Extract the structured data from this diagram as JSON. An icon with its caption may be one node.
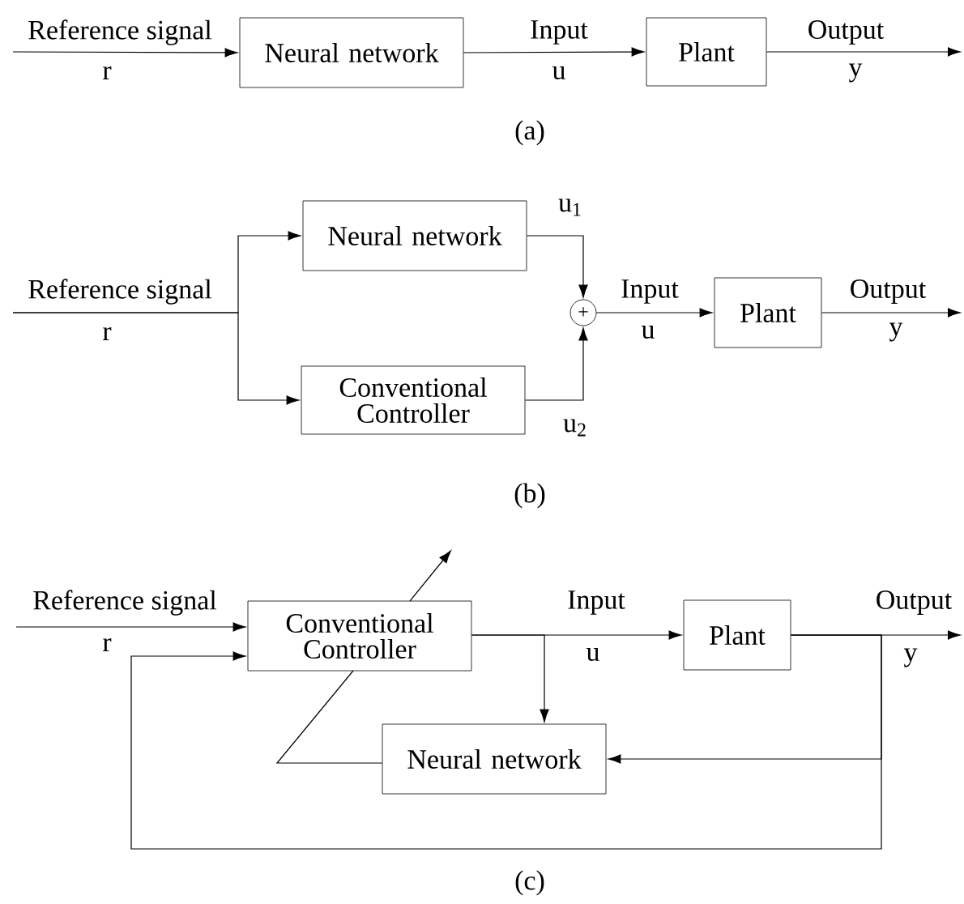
{
  "diagram": {
    "nodes": [
      {
        "text": [
          "Neural network"
        ]
      },
      {
        "text": [
          "Plant"
        ]
      },
      {
        "text": [
          "Neural network"
        ]
      },
      {
        "text": [
          "Conventional Controller"
        ]
      },
      {
        "text": [
          "+"
        ]
      },
      {
        "text": [
          "Plant"
        ]
      },
      {
        "text": [
          "Conventional Controller"
        ]
      },
      {
        "text": [
          "Plant"
        ]
      },
      {
        "text": [
          "Neural network"
        ]
      }
    ],
    "edges": [
      {
        "from": null,
        "to": 0,
        "arrow": "to",
        "label": "Reference signal"
      },
      {
        "from": 0,
        "to": 1,
        "arrow": "to",
        "label": "Input"
      },
      {
        "from": 1,
        "to": null,
        "arrow": "to",
        "label": "Output"
      },
      {
        "from": null,
        "to": 2,
        "arrow": "to",
        "label": "Reference signal"
      },
      {
        "from": null,
        "to": 3,
        "arrow": "to"
      },
      {
        "from": 2,
        "to": 4,
        "arrow": "to"
      },
      {
        "from": 3,
        "to": 4,
        "arrow": "to"
      },
      {
        "from": 4,
        "to": 5,
        "arrow": "to",
        "label": "Input"
      },
      {
        "from": 5,
        "to": null,
        "arrow": "to",
        "label": "Output"
      },
      {
        "from": null,
        "to": 6,
        "arrow": "to",
        "label": "Reference signal"
      },
      {
        "from": 6,
        "to": 7,
        "arrow": "to",
        "label": "Input"
      },
      {
        "from": 6,
        "to": 8,
        "arrow": "to"
      },
      {
        "from": 7,
        "to": null,
        "arrow": "to",
        "label": "Output"
      },
      {
        "from": 7,
        "to": 8,
        "arrow": "to"
      },
      {
        "from": 7,
        "to": 6,
        "arrow": "to"
      },
      {
        "from": 8,
        "to": null,
        "arrow": "to"
      }
    ],
    "labels": [
      "r",
      "u",
      "y",
      "(a)",
      "u$_{1}$",
      "r",
      "u",
      "y",
      "u$_{2}$",
      "(b)",
      "r",
      "u",
      "y",
      "(c)"
    ]
  }
}
